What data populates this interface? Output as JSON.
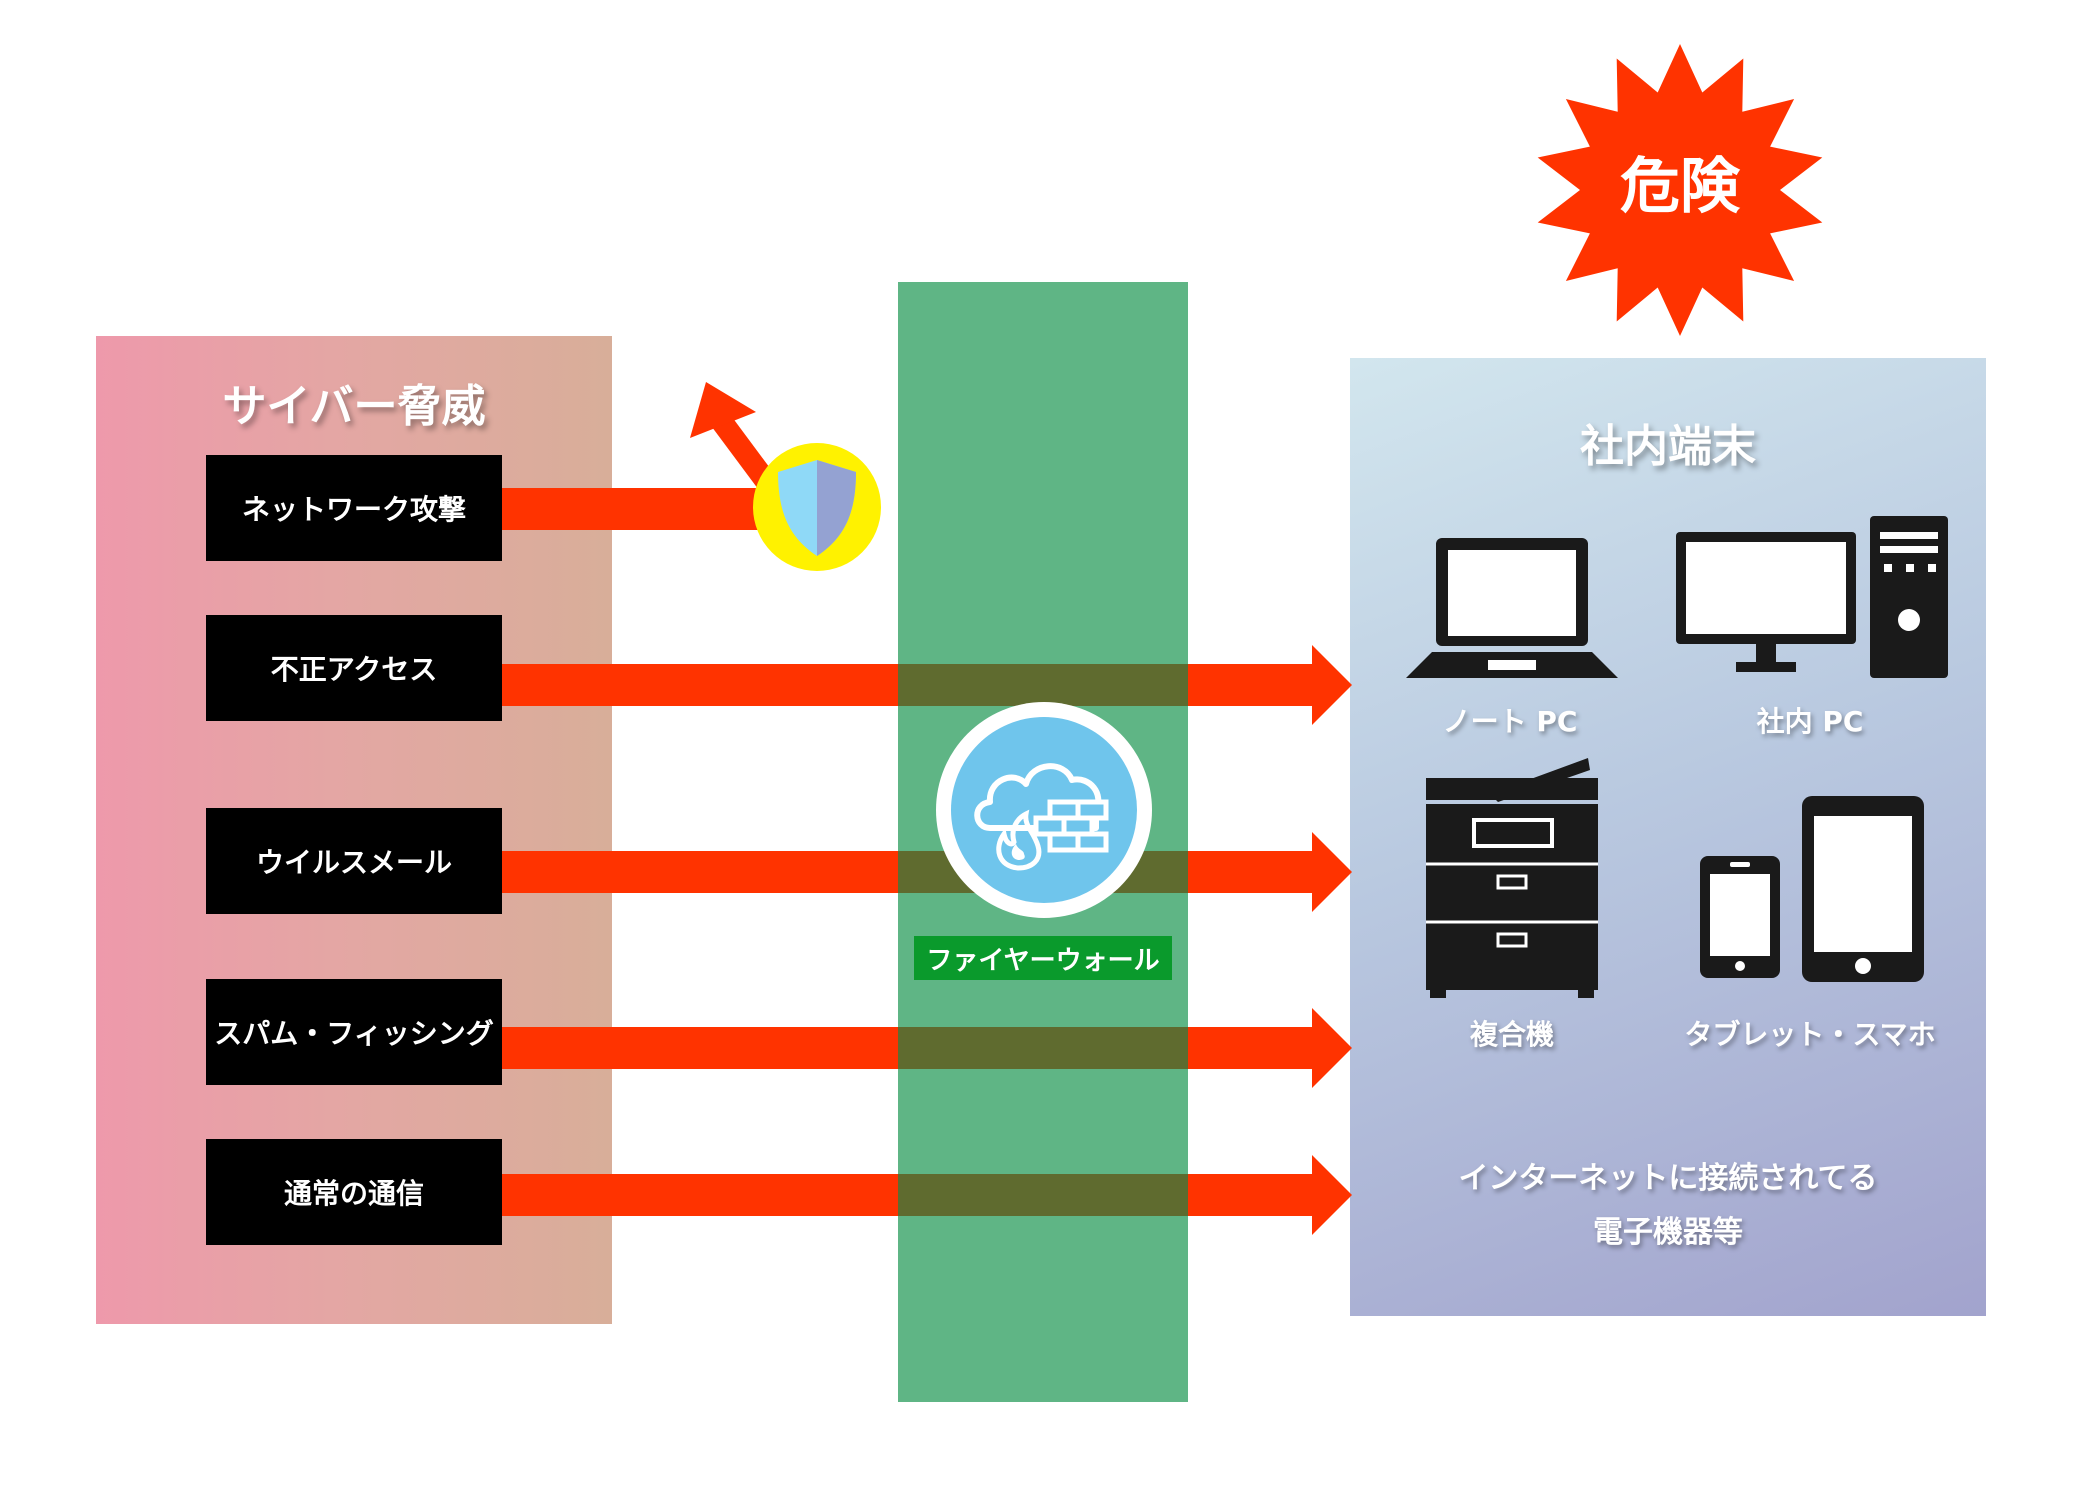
{
  "threats": {
    "title": "サイバー脅威",
    "items": [
      {
        "label": "ネットワーク攻撃",
        "blocked": true
      },
      {
        "label": "不正アクセス",
        "blocked": false
      },
      {
        "label": "ウイルスメール",
        "blocked": false
      },
      {
        "label": "スパム・フィッシング",
        "blocked": false
      },
      {
        "label": "通常の通信",
        "blocked": false
      }
    ]
  },
  "firewall": {
    "label": "ファイヤーウォール",
    "icon": "cloud-firewall-icon",
    "shield_icon": "shield-icon"
  },
  "devices": {
    "title": "社内端末",
    "items": [
      {
        "label": "ノート PC",
        "icon": "laptop-icon"
      },
      {
        "label": "社内 PC",
        "icon": "desktop-pc-icon"
      },
      {
        "label": "複合機",
        "icon": "multifunction-printer-icon"
      },
      {
        "label": "タブレット・スマホ",
        "icon": "tablet-smartphone-icon"
      }
    ],
    "note_line1": "インターネットに接続されてる",
    "note_line2": "電子機器等"
  },
  "danger": {
    "label": "危険"
  },
  "colors": {
    "arrow": "#ff3300",
    "firewall": "#5fb585",
    "firewall_label_bg": "#0a9a2c",
    "threat_box": "#000000",
    "shield_ring": "#fff200"
  }
}
